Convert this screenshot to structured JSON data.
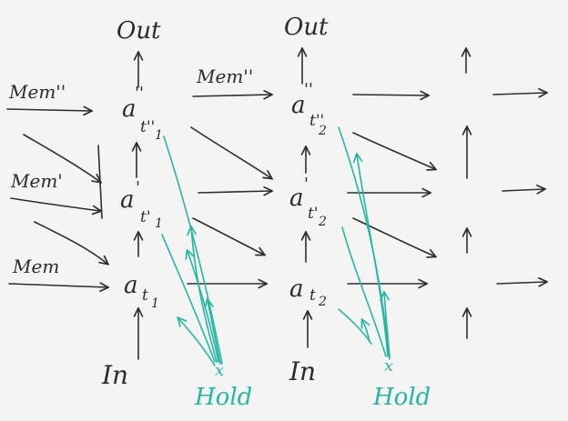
{
  "labels": {
    "out_1": "Out",
    "out_2": "Out",
    "in_1": "In",
    "in_2": "In",
    "hold_1": "Hold",
    "hold_2": "Hold",
    "mem_top_left": "Mem''",
    "mem_top_mid": "Mem''",
    "mem_mid_left": "Mem'",
    "mem_bot_left": "Mem",
    "hold_mark": "x"
  },
  "nodes": {
    "a1_top": {
      "base": "a",
      "sup": "''",
      "sub": "t''",
      "subsub": "1"
    },
    "a1_mid": {
      "base": "a",
      "sup": "'",
      "sub": "t'",
      "subsub": "1"
    },
    "a1_bot": {
      "base": "a",
      "sup": "",
      "sub": "t",
      "subsub": "1"
    },
    "a2_top": {
      "base": "a",
      "sup": "''",
      "sub": "t''",
      "subsub": "2"
    },
    "a2_mid": {
      "base": "a",
      "sup": "'",
      "sub": "t'",
      "subsub": "2"
    },
    "a2_bot": {
      "base": "a",
      "sup": "",
      "sub": "t",
      "subsub": "2"
    }
  },
  "colors": {
    "ink": "#2e2e2e",
    "hold": "#23b7a4",
    "paper": "#f4f4f2"
  }
}
